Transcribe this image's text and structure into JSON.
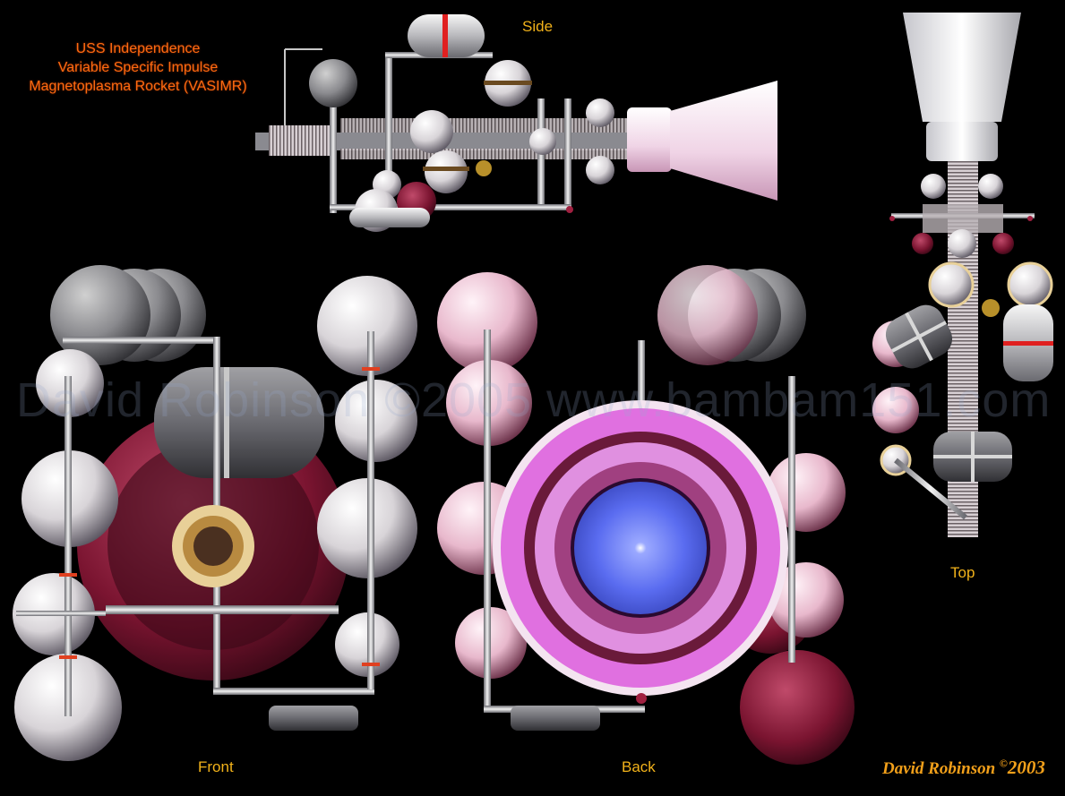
{
  "title": {
    "line1": "USS Independence",
    "line2": "Variable Specific Impulse",
    "line3": "Magnetoplasma Rocket (VASIMR)"
  },
  "views": {
    "side": "Side",
    "top": "Top",
    "front": "Front",
    "back": "Back"
  },
  "watermark": "David Robinson ©2005 www.bambam151.com",
  "signature": {
    "name": "David Robinson",
    "symbol": "©",
    "year": "2003"
  },
  "colors": {
    "background": "#000000",
    "label": "#f2b21a",
    "title": "#ff6a10",
    "plasma_blue": "#5a6cf0",
    "plasma_pink": "#e070e0",
    "hull_maroon": "#7a1430"
  }
}
